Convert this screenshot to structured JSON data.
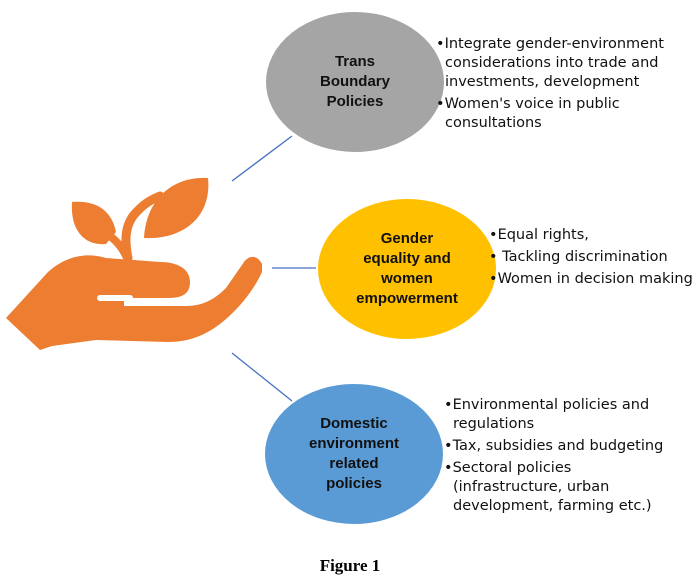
{
  "colors": {
    "plant": "#ed7d31",
    "circle_top": "#a5a5a5",
    "circle_middle": "#ffc000",
    "circle_bottom": "#5b9bd5",
    "connector": "#4472c4"
  },
  "icon": "plant-in-hand-icon",
  "nodes": [
    {
      "label": "Trans\nBoundary\nPolicies",
      "bullets": [
        "Integrate gender-environment considerations into trade and investments, development",
        "Women's voice in public consultations"
      ]
    },
    {
      "label": "Gender\nequality and\nwomen\nempowerment",
      "bullets": [
        "Equal rights,",
        " Tackling discrimination",
        "Women in decision making"
      ]
    },
    {
      "label": "Domestic\nenvironment\nrelated\npolicies",
      "bullets": [
        "Environmental policies and regulations",
        "Tax, subsidies and budgeting",
        "Sectoral policies (infrastructure, urban development, farming etc.)"
      ]
    }
  ],
  "caption": "Figure 1"
}
